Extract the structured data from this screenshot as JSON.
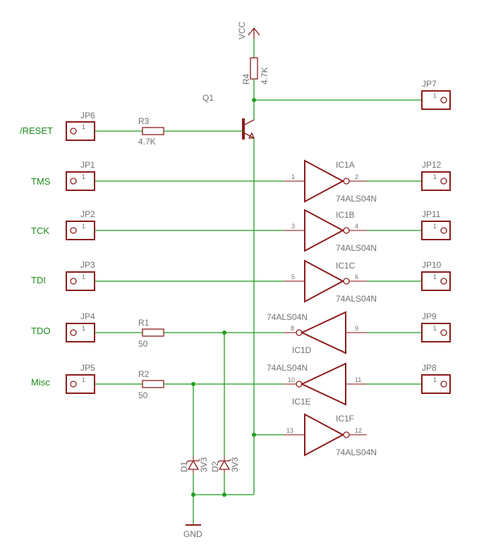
{
  "power": {
    "vcc": "VCC",
    "gnd": "GND"
  },
  "transistor": {
    "name": "Q1"
  },
  "resistors": {
    "r4": {
      "name": "R4",
      "value": "4.7K"
    },
    "r3": {
      "name": "R3",
      "value": "4.7K"
    },
    "r1": {
      "name": "R1",
      "value": "50"
    },
    "r2": {
      "name": "R2",
      "value": "50"
    }
  },
  "diodes": {
    "d1": {
      "name": "D1",
      "value": "3V3"
    },
    "d2": {
      "name": "D2",
      "value": "3V3"
    }
  },
  "nets": {
    "reset": "/RESET",
    "tms": "TMS",
    "tck": "TCK",
    "tdi": "TDI",
    "tdo": "TDO",
    "misc": "Misc"
  },
  "connectors": {
    "jp6": "JP6",
    "jp1": "JP1",
    "jp2": "JP2",
    "jp3": "JP3",
    "jp4": "JP4",
    "jp5": "JP5",
    "jp7": "JP7",
    "jp12": "JP12",
    "jp11": "JP11",
    "jp10": "JP10",
    "jp9": "JP9",
    "jp8": "JP8",
    "pin": "1"
  },
  "gates": {
    "ic1a": {
      "name": "IC1A",
      "part": "74ALS04N",
      "in": "1",
      "out": "2"
    },
    "ic1b": {
      "name": "IC1B",
      "part": "74ALS04N",
      "in": "3",
      "out": "4"
    },
    "ic1c": {
      "name": "IC1C",
      "part": "74ALS04N",
      "in": "5",
      "out": "6"
    },
    "ic1d": {
      "name": "IC1D",
      "part": "74ALS04N",
      "in": "9",
      "out": "8"
    },
    "ic1e": {
      "name": "IC1E",
      "part": "74ALS04N",
      "in": "11",
      "out": "10"
    },
    "ic1f": {
      "name": "IC1F",
      "part": "74ALS04N",
      "in": "13",
      "out": "12"
    }
  }
}
